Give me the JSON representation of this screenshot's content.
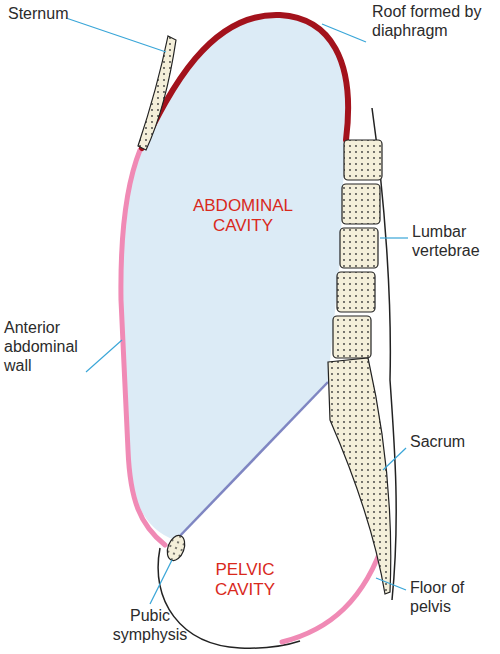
{
  "diagram": {
    "nodes": [
      {
        "text": [
          "ABDOMINAL CAVITY"
        ]
      },
      {
        "text": [
          "PELVIC CAVITY"
        ]
      }
    ],
    "labels": [
      "Sternum",
      "Roof formed by diaphragm",
      "Lumbar vertebrae",
      "Anterior abdominal wall",
      "Sacrum",
      "Pubic symphysis",
      "Floor of pelvis"
    ]
  }
}
